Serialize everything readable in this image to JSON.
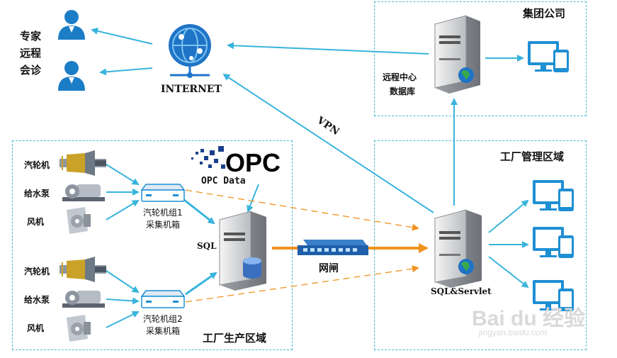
{
  "zones": {
    "group": "集团公司",
    "factory_mgmt": "工厂管理区域",
    "factory_prod": "工厂生产区域"
  },
  "expert": {
    "line1": "专家",
    "line2": "远程",
    "line3": "会诊"
  },
  "internet": "INTERNET",
  "vpn": "VPN",
  "remote_db": {
    "line1": "远程中心",
    "line2": "数据库"
  },
  "opc": {
    "logo": "OPC",
    "caption": "OPC Data"
  },
  "sql": "SQL",
  "gateway": "网闸",
  "servlet": "SQL&Servlet",
  "group1": {
    "turbine": "汽轮机",
    "pump": "给水泵",
    "fan": "风机",
    "collector_line1": "汽轮机组1",
    "collector_line2": "采集机箱"
  },
  "group2": {
    "turbine": "汽轮机",
    "pump": "给水泵",
    "fan": "风机",
    "collector_line1": "汽轮机组2",
    "collector_line2": "采集机箱"
  },
  "watermark": {
    "brand": "Bai du 经验",
    "url": "jingyan.baidu.com"
  },
  "colors": {
    "accent": "#39b4dd",
    "orange": "#f0921e",
    "dashed_border": "#49b9d6",
    "user": "#1c7dc7"
  }
}
